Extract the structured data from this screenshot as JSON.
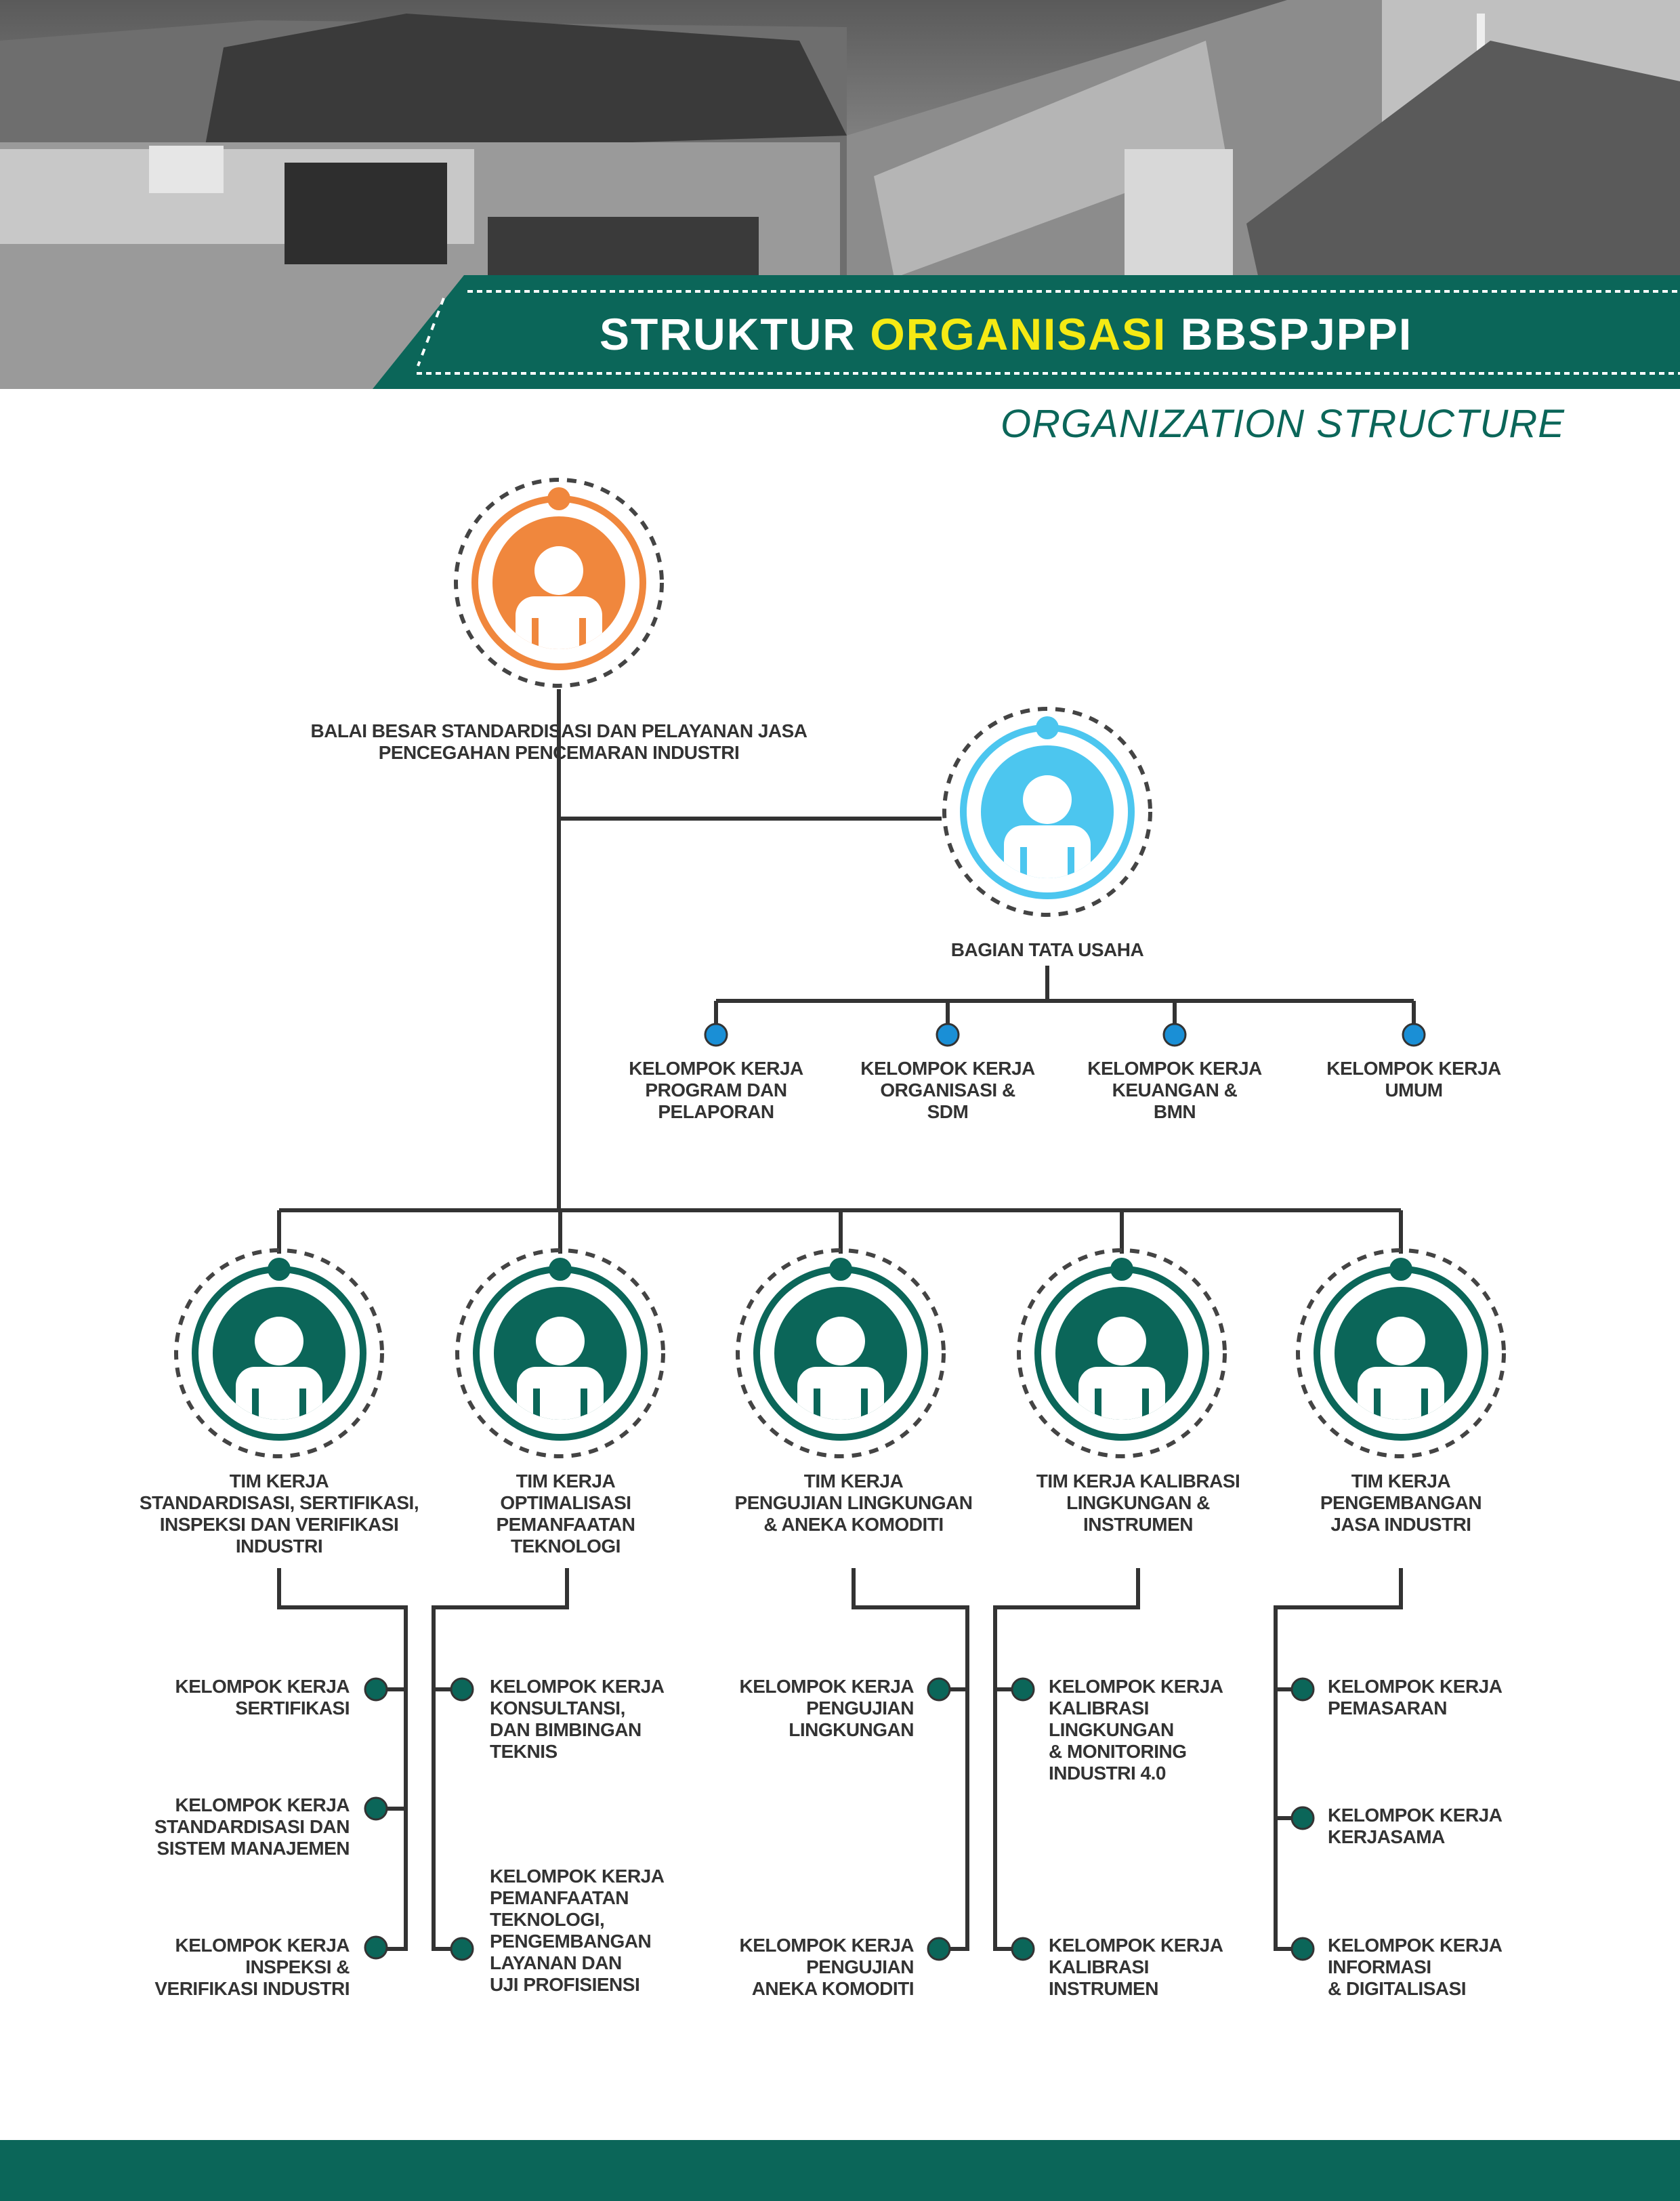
{
  "header": {
    "title_part1": "STRUKTUR ",
    "title_highlight": "ORGANISASI",
    "title_part3": " BBSPJPPI",
    "subtitle": "ORGANIZATION STRUCTURE"
  },
  "colors": {
    "primary": "#0b6659",
    "head": "#f0873d",
    "admin": "#4cc6ef",
    "highlight": "#f5ea14",
    "line": "#333333"
  },
  "head": {
    "label": "BALAI BESAR STANDARDISASI DAN PELAYANAN JASA\nPENCEGAHAN PENCEMARAN INDUSTRI"
  },
  "admin": {
    "label": "BAGIAN TATA USAHA",
    "groups": [
      "KELOMPOK KERJA\nPROGRAM DAN\nPELAPORAN",
      "KELOMPOK KERJA\nORGANISASI &\nSDM",
      "KELOMPOK KERJA\nKEUANGAN &\nBMN",
      "KELOMPOK KERJA\nUMUM"
    ]
  },
  "teams": [
    {
      "label": "TIM KERJA\nSTANDARDISASI, SERTIFIKASI,\nINSPEKSI DAN VERIFIKASI\nINDUSTRI",
      "groups": [
        "KELOMPOK KERJA\nSERTIFIKASI",
        "KELOMPOK KERJA\nSTANDARDISASI DAN\nSISTEM MANAJEMEN",
        "KELOMPOK KERJA\nINSPEKSI &\nVERIFIKASI INDUSTRI"
      ]
    },
    {
      "label": "TIM KERJA\nOPTIMALISASI\nPEMANFAATAN\nTEKNOLOGI",
      "groups": [
        "KELOMPOK KERJA\nKONSULTANSI,\nDAN BIMBINGAN\nTEKNIS",
        "KELOMPOK KERJA\nPEMANFAATAN\nTEKNOLOGI,\nPENGEMBANGAN\nLAYANAN DAN\nUJI PROFISIENSI"
      ]
    },
    {
      "label": "TIM KERJA\nPENGUJIAN LINGKUNGAN\n& ANEKA KOMODITI",
      "groups": [
        "KELOMPOK KERJA\nPENGUJIAN\nLINGKUNGAN",
        "KELOMPOK KERJA\nPENGUJIAN\nANEKA KOMODITI"
      ]
    },
    {
      "label": "TIM KERJA KALIBRASI\nLINGKUNGAN &\nINSTRUMEN",
      "groups": [
        "KELOMPOK KERJA\nKALIBRASI\nLINGKUNGAN\n& MONITORING\nINDUSTRI 4.0",
        "KELOMPOK KERJA\nKALIBRASI\nINSTRUMEN"
      ]
    },
    {
      "label": "TIM KERJA\nPENGEMBANGAN\nJASA INDUSTRI",
      "groups": [
        "KELOMPOK KERJA\nPEMASARAN",
        "KELOMPOK KERJA\nKERJASAMA",
        "KELOMPOK KERJA\nINFORMASI\n& DIGITALISASI"
      ]
    }
  ]
}
